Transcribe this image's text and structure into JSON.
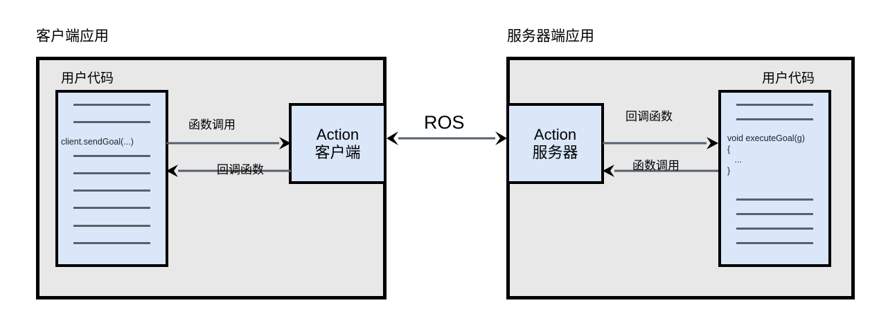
{
  "diagram": {
    "title": "ROS Action client/server interaction diagram",
    "background_color": "#ffffff",
    "panel_fill": "#e8e8e8",
    "box_fill": "#d9e7f8",
    "stroke_color": "#000000",
    "rule_color": "#56616b"
  },
  "client_side": {
    "caption": "客户端应用",
    "usercode_label": "用户代码",
    "code_text": "client.sendGoal(...)",
    "code_rules_above": 2,
    "code_rules_below": 6,
    "action_box": {
      "line_en": "Action",
      "line_cn": "客户端"
    },
    "arrows": {
      "to_action_label": "函数调用",
      "from_action_label": "回调函数"
    }
  },
  "middle": {
    "label": "ROS",
    "arrow_type": "bidirectional"
  },
  "server_side": {
    "caption": "服务器端应用",
    "usercode_label": "用户代码",
    "code_text": "void executeGoal(g)\n{\n   ...\n}",
    "code_rules_above": 2,
    "code_rules_below": 4,
    "action_box": {
      "line_en": "Action",
      "line_cn": "服务器"
    },
    "arrows": {
      "to_usercode_label": "回调函数",
      "from_usercode_label": "函数调用"
    }
  }
}
